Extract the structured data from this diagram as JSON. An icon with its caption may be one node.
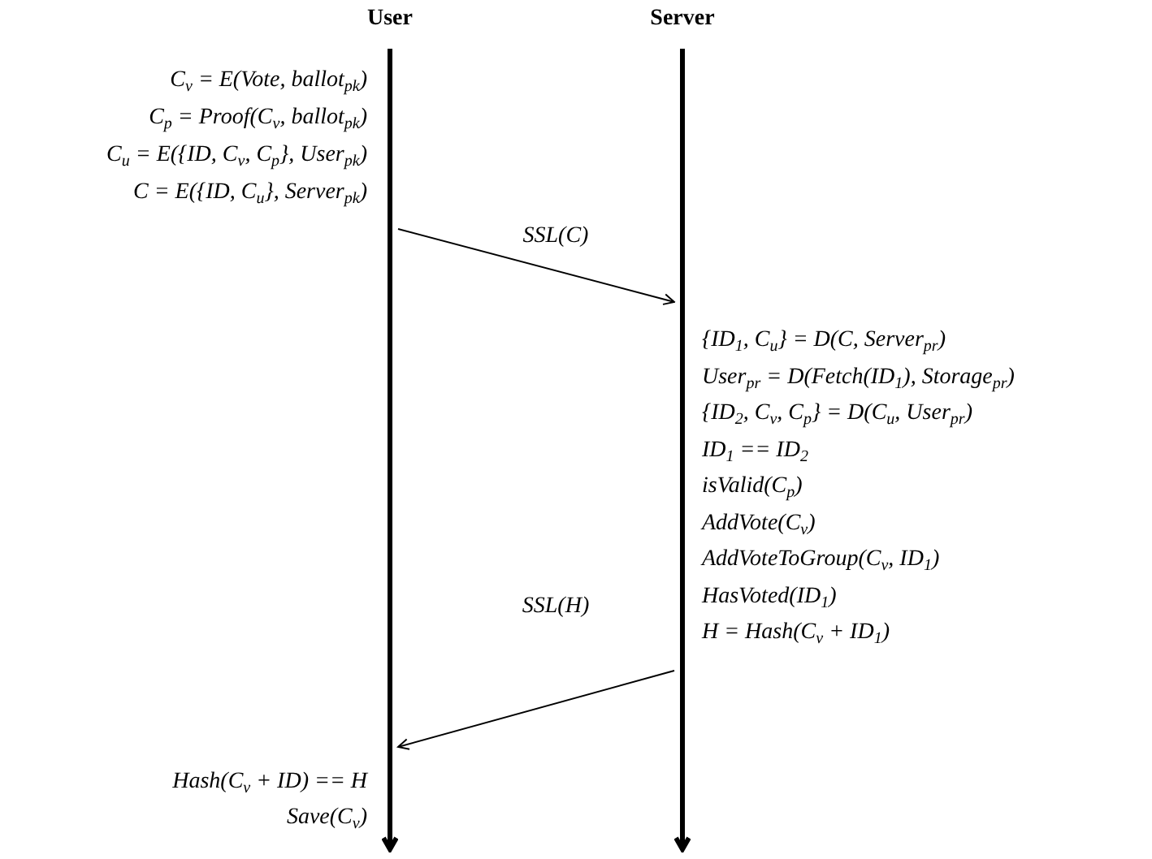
{
  "diagram": {
    "nodes": [
      {
        "text": [
          "User"
        ]
      },
      {
        "text": [
          "Server"
        ]
      },
      {
        "text": [],
        "shape": "bar"
      },
      {
        "text": [],
        "shape": "bar"
      }
    ],
    "edges": [
      {
        "from": 2,
        "to": 3,
        "arrow": "to",
        "label": "SSL(C)"
      },
      {
        "from": 3,
        "to": 2,
        "arrow": "to",
        "label": "SSL(H)"
      }
    ],
    "labels": [
      "C$_{v}$ = E(Vote, ballot$_{pk}$)",
      "C$_{p}$ = Proof(C$_{v}$, ballot$_{pk}$)",
      "C$_{u}$ = E({ID, C$_{v}$, C$_{p}$}, User$_{pk}$)",
      "C = E({ID, C$_{u}$}, Server$_{pk}$)",
      "{ID$_{1}$, C$_{u}$} = D(C, Server$_{pr}$)",
      "User$_{pr}$ = D(Fetch(ID$_{1}$), Storage$_{pr}$)",
      "{ID$_{2}$, C$_{v}$, C$_{p}$} = D(C$_{u}$, User$_{pr}$)",
      "ID$_{1}$ == ID$_{2}$",
      "isValid(C$_{p}$)",
      "AddVote(C$_{v}$)",
      "AddVoteToGroup(C$_{v}$, ID$_{1}$)",
      "HasVoted(ID$_{1}$)",
      "H = Hash(C$_{v}$ + ID$_{1}$)",
      "Hash(C$_{v}$ + ID) == H",
      "Save(C$_{v}$)"
    ]
  }
}
